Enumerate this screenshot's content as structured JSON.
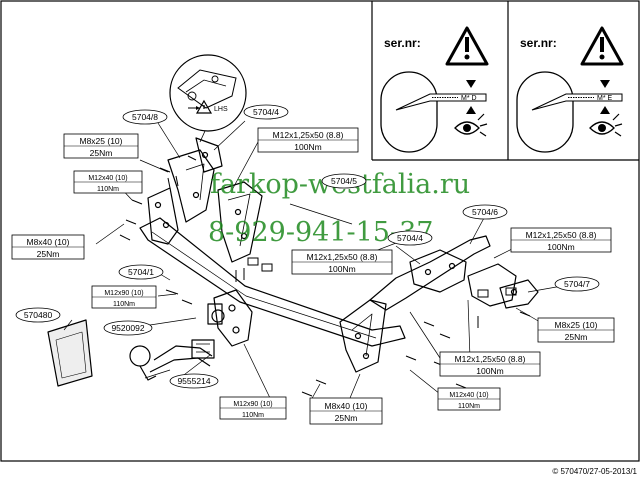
{
  "warning_panels": [
    {
      "ser_label": "ser.nr:",
      "plate_code": "M* D"
    },
    {
      "ser_label": "ser.nr:",
      "plate_code": "M* E"
    }
  ],
  "detail_inset": {
    "label": "LHS"
  },
  "part_tags": {
    "t5704_8": "5704/8",
    "t5704_4a": "5704/4",
    "t5704_5": "5704/5",
    "t5704_6": "5704/6",
    "t5704_4b": "5704/4",
    "t5704_7": "5704/7",
    "t5704_1": "5704/1",
    "t570480": "570480",
    "t9520092": "9520092",
    "t9555214": "9555214"
  },
  "bolt_specs": {
    "b1": [
      "M8x25 (10)",
      "25Nm"
    ],
    "b2": [
      "M12x1,25x50 (8.8)",
      "100Nm"
    ],
    "b3": [
      "M12x40 (10)",
      "110Nm"
    ],
    "b4": [
      "M8x40 (10)",
      "25Nm"
    ],
    "b5": [
      "M12x1,25x50 (8.8)",
      "100Nm"
    ],
    "b6": [
      "M12x1,25x50 (8.8)",
      "100Nm"
    ],
    "b7": [
      "M12x90 (10)",
      "110Nm"
    ],
    "b8": [
      "M8x25 (10)",
      "25Nm"
    ],
    "b9": [
      "M12x1,25x50 (8.8)",
      "100Nm"
    ],
    "b10": [
      "M12x40 (10)",
      "110Nm"
    ],
    "b11": [
      "M12x90 (10)",
      "110Nm"
    ],
    "b12": [
      "M8x40 (10)",
      "25Nm"
    ]
  },
  "watermark": {
    "site": "farkop-westfalia.ru",
    "phone": "8-929-941-15-37"
  },
  "footer": "© 570470/27-05-2013/1"
}
